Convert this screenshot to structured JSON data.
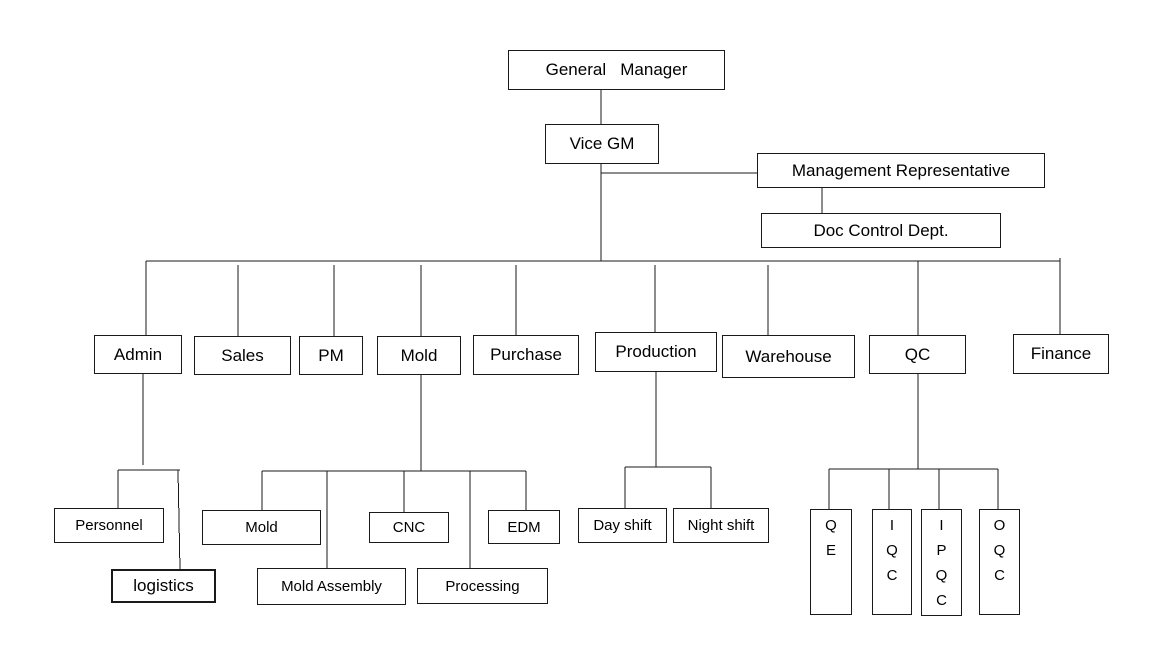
{
  "nodes": {
    "gm": "General   Manager",
    "vice_gm": "Vice GM",
    "mgmt_rep": "Management Representative",
    "doc_control": "Doc Control Dept.",
    "admin": "Admin",
    "sales": "Sales",
    "pm": "PM",
    "mold": "Mold",
    "purchase": "Purchase",
    "production": "Production",
    "warehouse": "Warehouse",
    "qc": "QC",
    "finance": "Finance",
    "personnel": "Personnel",
    "logistics": "logistics",
    "mold_sub": "Mold",
    "mold_assembly": "Mold Assembly",
    "cnc": "CNC",
    "processing": "Processing",
    "edm": "EDM",
    "day_shift": "Day shift",
    "night_shift": "Night shift",
    "qe": [
      "Q",
      "E"
    ],
    "iqc": [
      "I",
      "Q",
      "C"
    ],
    "ipqc": [
      "I",
      "P",
      "Q",
      "C"
    ],
    "oqc": [
      "O",
      "Q",
      "C"
    ]
  }
}
